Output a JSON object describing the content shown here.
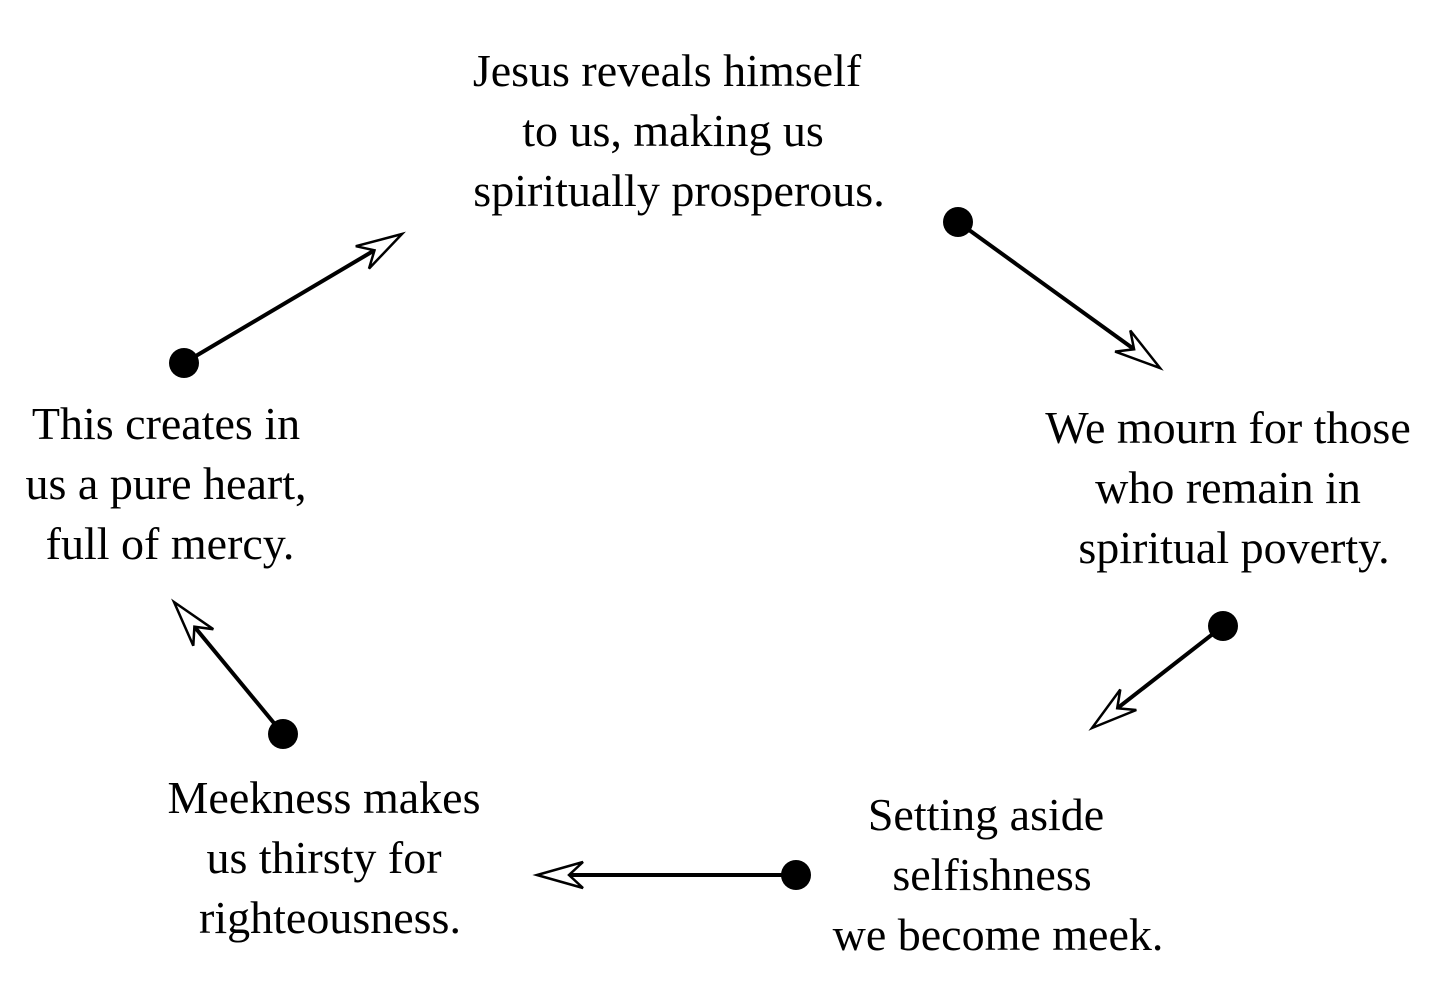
{
  "nodes": [
    {
      "id": "revelation",
      "lines": [
        "Jesus reveals himself",
        "to us, making us",
        "spiritually prosperous."
      ]
    },
    {
      "id": "mourn",
      "lines": [
        "We  mourn for those",
        "who remain in",
        "spiritual poverty."
      ]
    },
    {
      "id": "meek",
      "lines": [
        "Setting aside",
        "selfishness",
        "we become meek."
      ]
    },
    {
      "id": "thirst",
      "lines": [
        "Meekness makes",
        "us thirsty for",
        "righteousness."
      ]
    },
    {
      "id": "pure-heart",
      "lines": [
        "This creates in",
        "us a pure heart,",
        "full of mercy."
      ]
    }
  ],
  "edges": [
    {
      "from": "revelation",
      "to": "mourn"
    },
    {
      "from": "mourn",
      "to": "meek"
    },
    {
      "from": "meek",
      "to": "thirst"
    },
    {
      "from": "thirst",
      "to": "pure-heart"
    },
    {
      "from": "pure-heart",
      "to": "revelation"
    }
  ],
  "colors": {
    "ink": "#000000",
    "background": "#ffffff"
  }
}
